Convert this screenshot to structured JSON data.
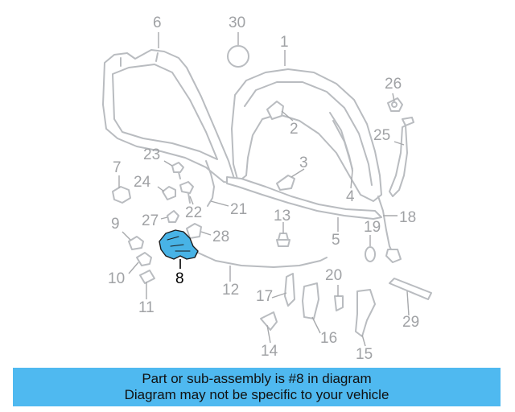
{
  "banner": {
    "line1": "Part or sub-assembly is #8 in diagram",
    "line2": "Diagram may not be specific to your vehicle"
  },
  "highlight": {
    "part": "8",
    "fill": "#48b3e6"
  },
  "colors": {
    "banner": "#4fb9f0",
    "parts": "#b9bcc0",
    "callouts": "#a0a2a5"
  },
  "callouts": {
    "c1": "1",
    "c2": "2",
    "c3": "3",
    "c4": "4",
    "c5": "5",
    "c6": "6",
    "c7": "7",
    "c8": "8",
    "c9": "9",
    "c10": "10",
    "c11": "11",
    "c12": "12",
    "c13": "13",
    "c14": "14",
    "c15": "15",
    "c16": "16",
    "c17": "17",
    "c18": "18",
    "c19": "19",
    "c20": "20",
    "c21": "21",
    "c22": "22",
    "c23": "23",
    "c24": "24",
    "c25": "25",
    "c26": "26",
    "c27": "27",
    "c28": "28",
    "c29": "29",
    "c30": "30"
  }
}
